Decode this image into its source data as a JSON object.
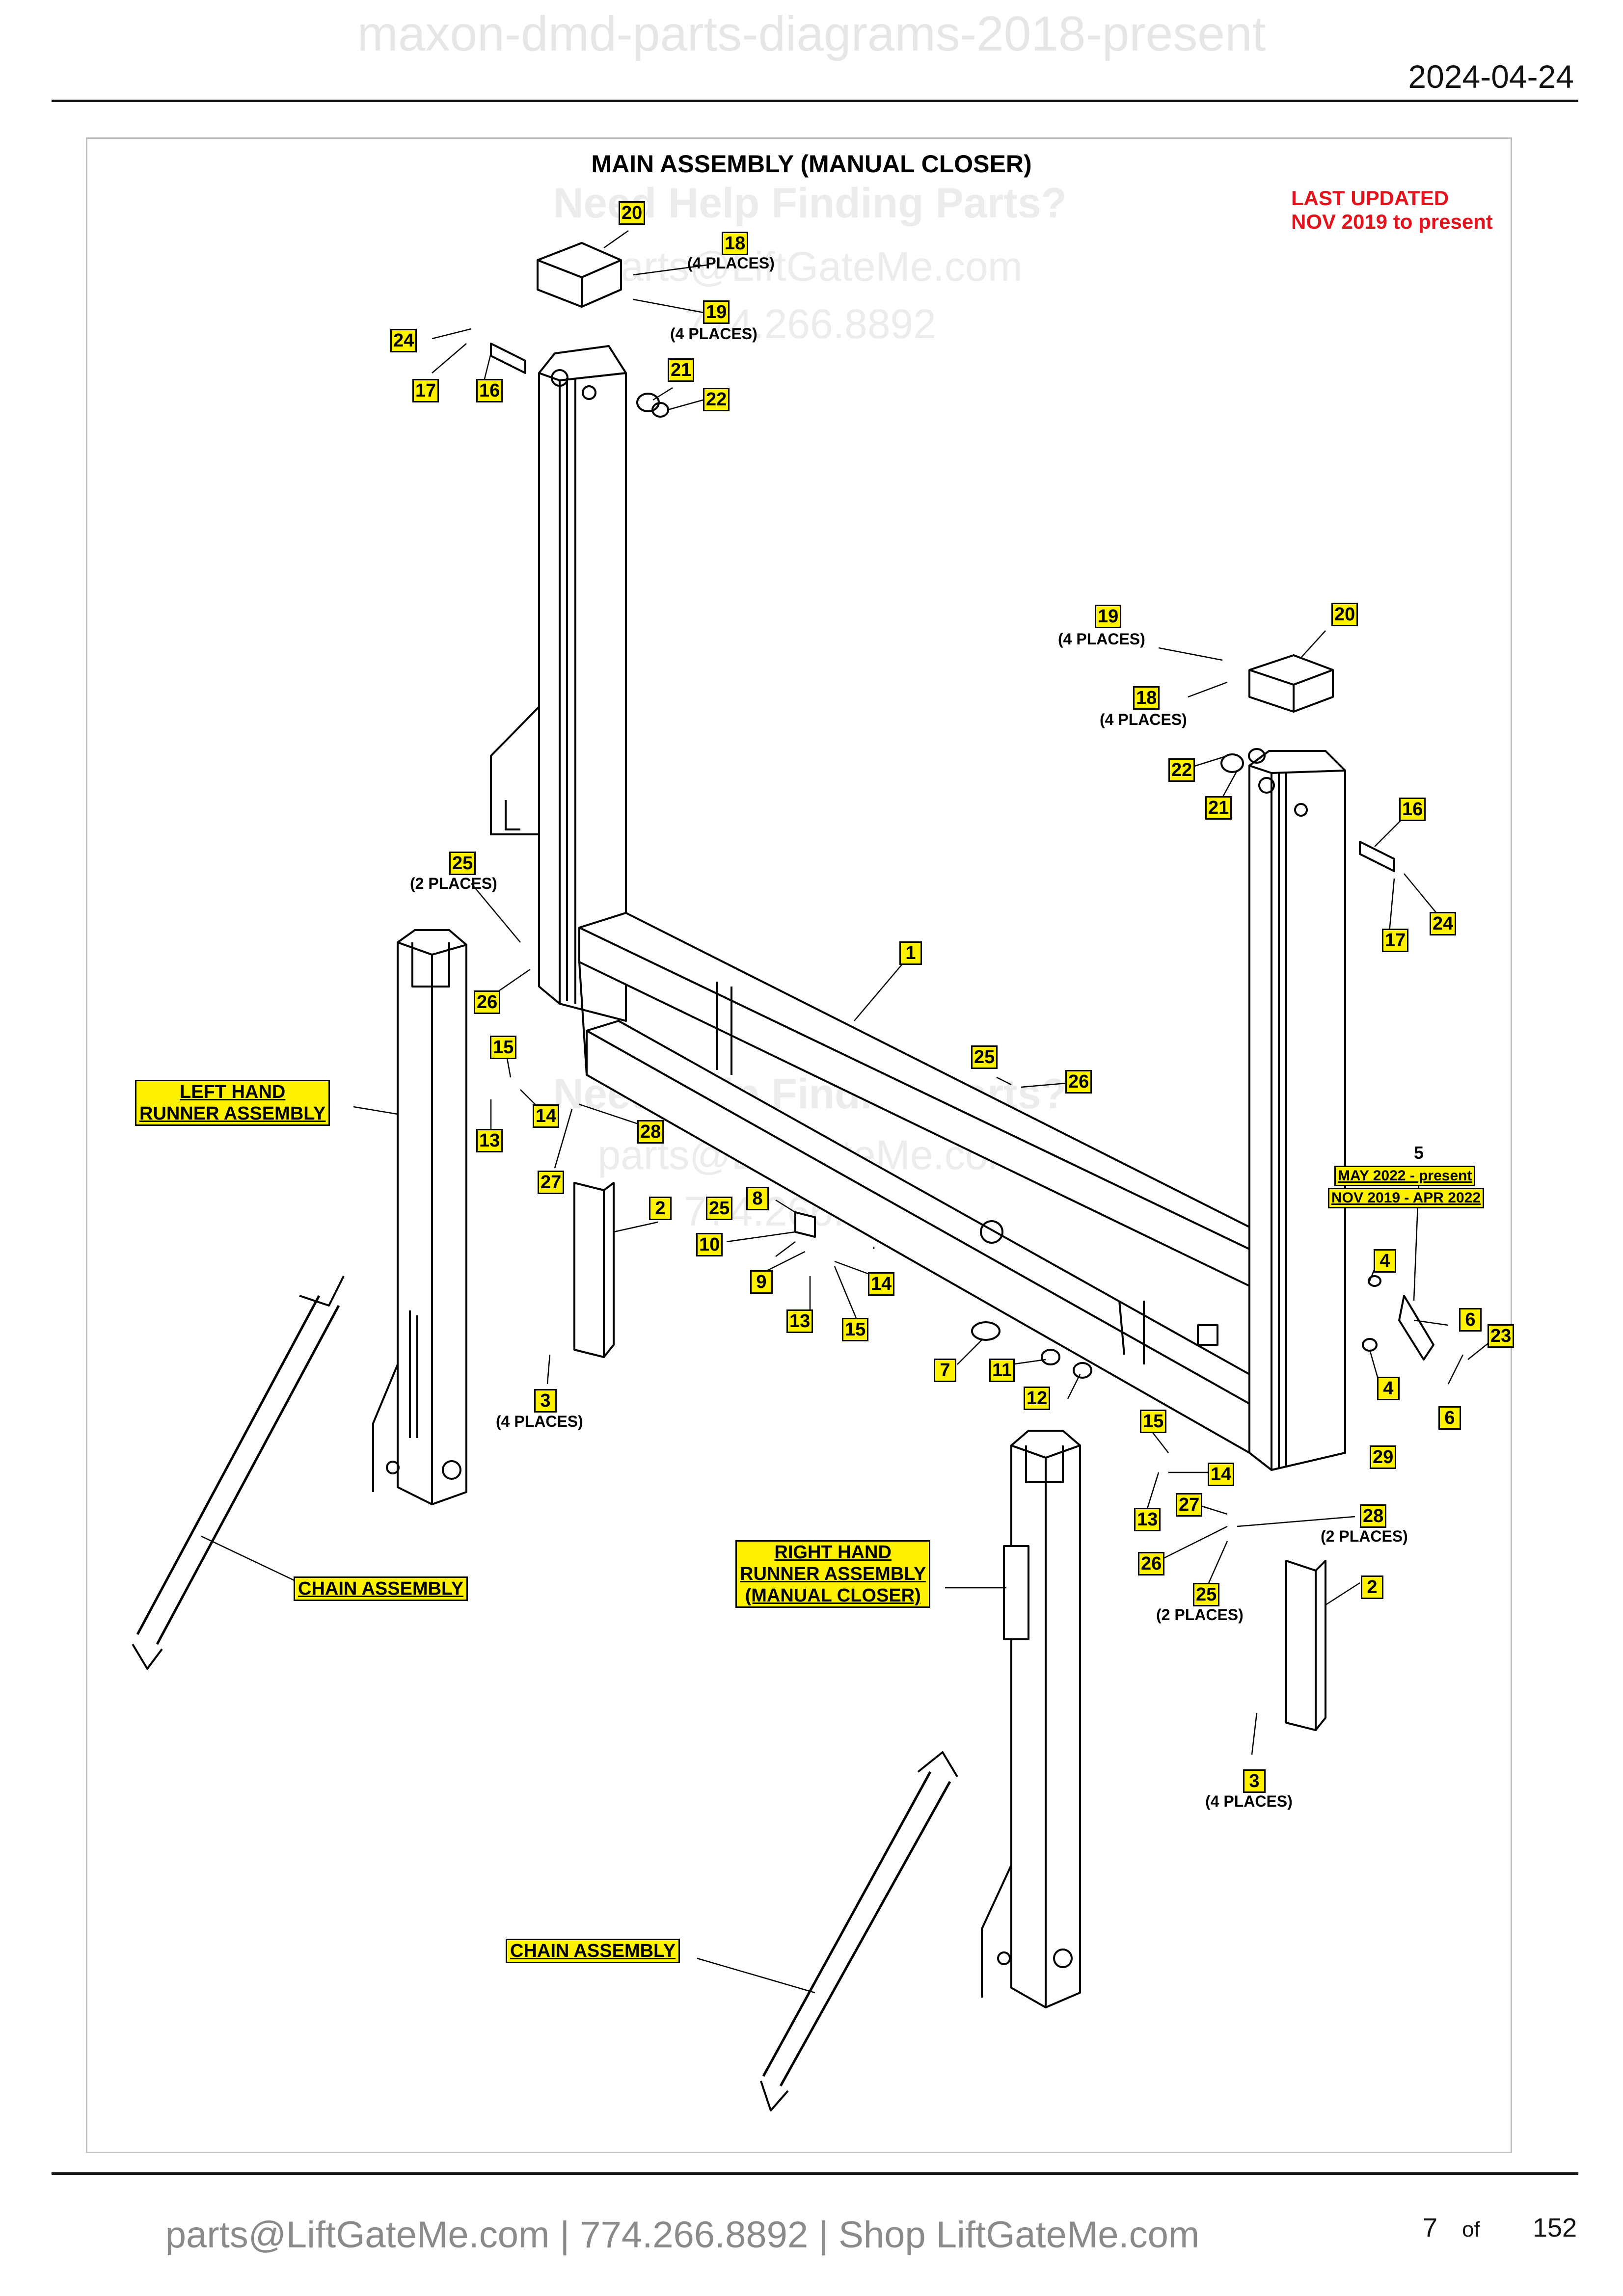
{
  "header": {
    "site_title": "maxon-dmd-parts-diagrams-2018-present",
    "date": "2024-04-24"
  },
  "diagram": {
    "title": "MAIN ASSEMBLY (MANUAL CLOSER)",
    "last_updated": [
      "LAST UPDATED",
      "NOV 2019 to present"
    ],
    "watermark": {
      "help": "Need Help Finding Parts?",
      "email": "parts@LiftGateMe.com",
      "phone": "774.266.8892"
    },
    "callouts": [
      "20",
      "18",
      "19",
      "24",
      "17",
      "16",
      "21",
      "22",
      "19",
      "20",
      "18",
      "22",
      "21",
      "16",
      "17",
      "24",
      "25",
      "26",
      "1",
      "15",
      "14",
      "13",
      "28",
      "27",
      "25",
      "26",
      "2",
      "8",
      "25",
      "10",
      "9",
      "14",
      "13",
      "15",
      "7",
      "11",
      "12",
      "3",
      "4",
      "6",
      "23",
      "4",
      "6",
      "29",
      "15",
      "14",
      "13",
      "27",
      "28",
      "26",
      "25",
      "2",
      "3"
    ],
    "quantities": [
      "(4 PLACES)",
      "(4 PLACES)",
      "(4 PLACES)",
      "(4 PLACES)",
      "(2 PLACES)",
      "(4 PLACES)",
      "(2 PLACES)",
      "(2 PLACES)",
      "(4 PLACES)"
    ],
    "labels": {
      "left_runner": [
        "LEFT HAND",
        "RUNNER ASSEMBLY"
      ],
      "right_runner": [
        "RIGHT HAND",
        "RUNNER ASSEMBLY",
        "(MANUAL CLOSER)"
      ],
      "chain_left": "CHAIN ASSEMBLY",
      "chain_right": "CHAIN ASSEMBLY",
      "note_5": "5",
      "version_new": "MAY 2022 - present",
      "version_old": "NOV 2019 - APR 2022"
    }
  },
  "footer": {
    "contact": "parts@LiftGateMe.com | 774.266.8892 | Shop LiftGateMe.com",
    "page_number": "7",
    "of_label": "of",
    "page_total": "152"
  }
}
